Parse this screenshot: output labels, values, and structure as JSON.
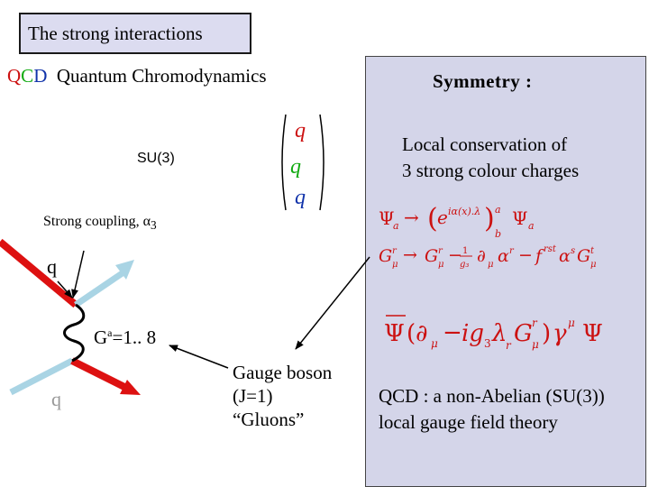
{
  "title": "The strong interactions",
  "qcd": {
    "q": "Q",
    "c": "C",
    "d": "D",
    "name": "Quantum Chromodynamics"
  },
  "su3": "SU(3)",
  "quarks": [
    "q",
    "q",
    "q"
  ],
  "strong_coupling": {
    "label": "Strong coupling, α",
    "sub": "3"
  },
  "diagram": {
    "q_top": "q",
    "q_bottom": "q",
    "gluon": "G",
    "gluon_sup": "a",
    "gluon_range": "=1.. 8"
  },
  "gauge_boson": [
    "Gauge boson",
    "(J=1)",
    "“Gluons”"
  ],
  "panel": {
    "symmetry": "Symmetry :",
    "local_conservation": [
      "Local conservation of",
      "3 strong colour charges"
    ],
    "conclusion": [
      "QCD : a non-Abelian (SU(3))",
      "local gauge field theory"
    ]
  },
  "colors": {
    "red": "#cc1111",
    "green": "#11aa11",
    "blue": "#1133aa",
    "panel": "#d4d5e9",
    "title_bg": "#dcdcf0",
    "light_blue": "#a9d4e4"
  }
}
